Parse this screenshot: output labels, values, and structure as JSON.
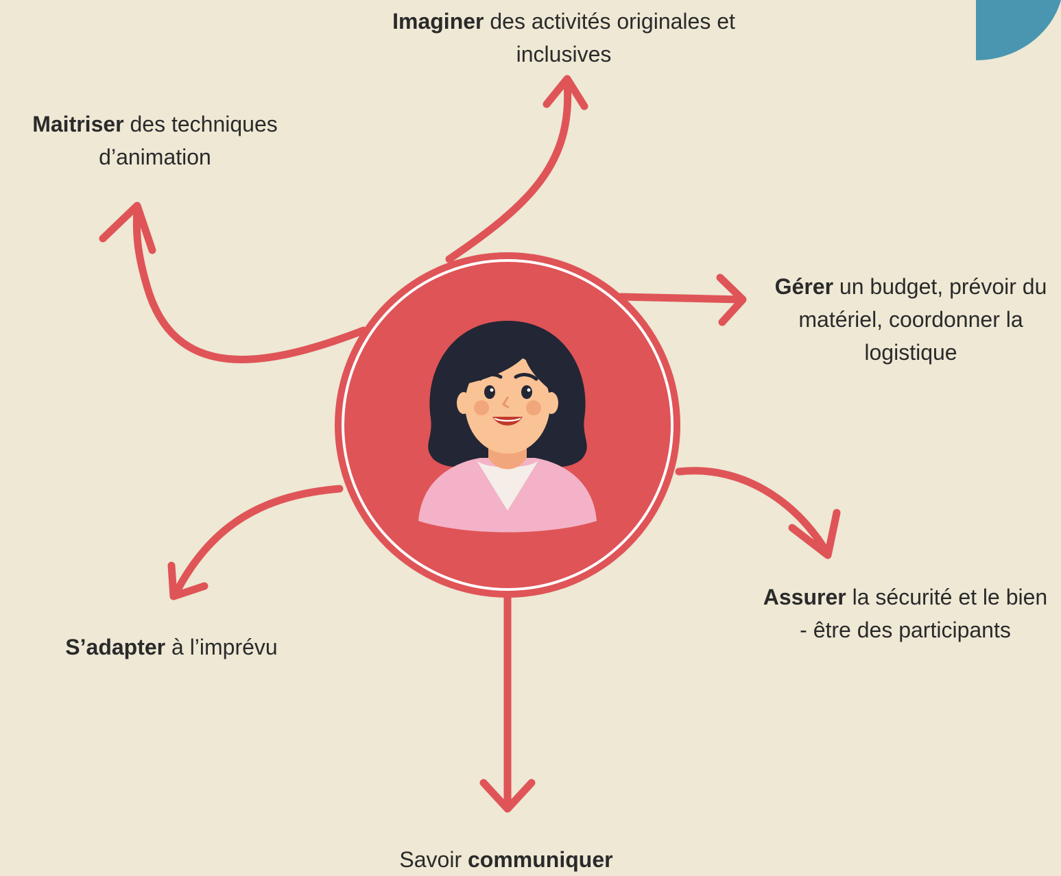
{
  "colors": {
    "background": "#EEE8D5",
    "accent_red": "#DF5457",
    "corner_blue": "#4A96B0",
    "text": "#2A2A2A"
  },
  "center": {
    "icon": "woman-avatar-icon"
  },
  "branches": {
    "imaginer": {
      "bold": "Imaginer",
      "rest": " des activités originales et inclusives"
    },
    "maitriser": {
      "bold": "Maitriser",
      "rest": " des techniques d’animation"
    },
    "gerer": {
      "bold": "Gérer",
      "rest": " un budget, prévoir du matériel, coordonner la logistique"
    },
    "assurer": {
      "bold": "Assurer",
      "rest": " la sécurité et le bien - être des participants"
    },
    "adapter": {
      "bold": "S’adapter",
      "rest": " à l’imprévu"
    },
    "communiquer": {
      "pre": "Savoir ",
      "bold": "communiquer"
    }
  }
}
